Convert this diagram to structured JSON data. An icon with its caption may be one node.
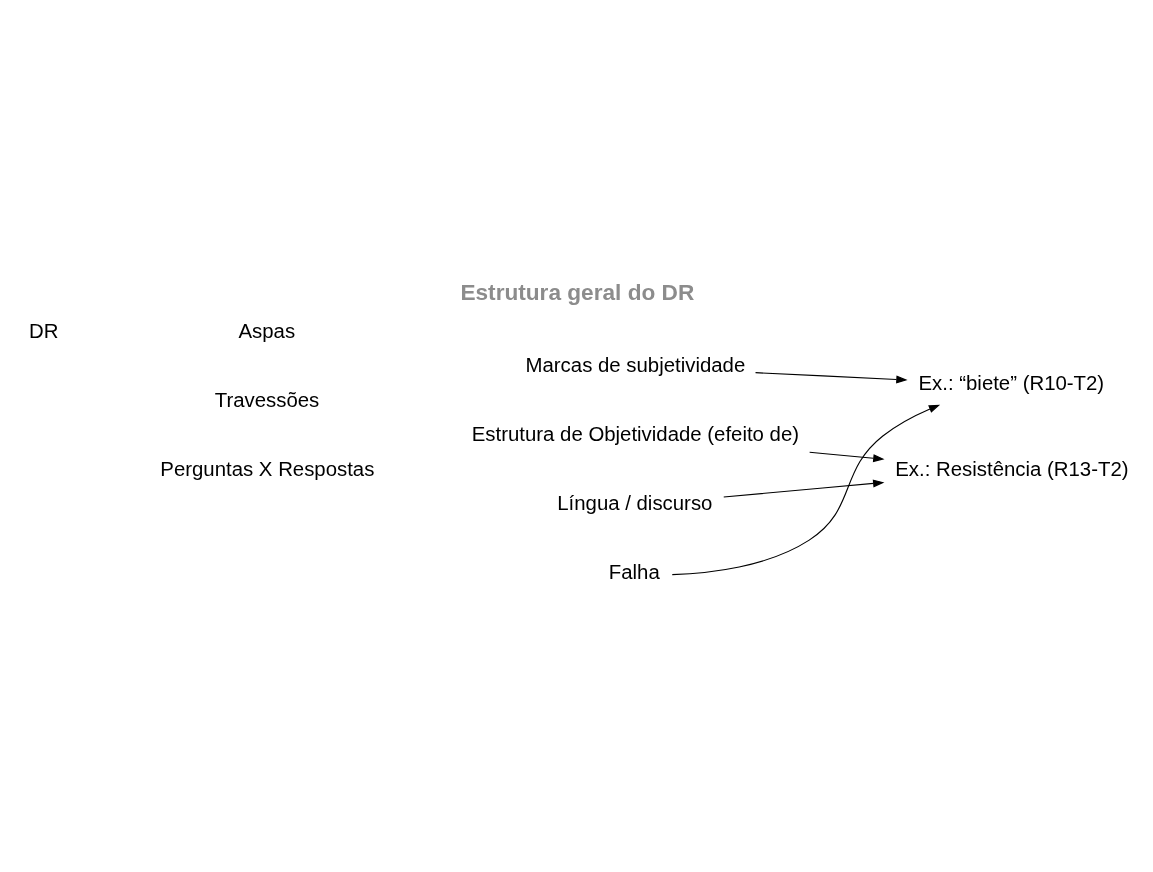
{
  "diagram": {
    "title": "Estrutura geral do DR",
    "nodes": [
      {
        "text": [
          "DR"
        ]
      },
      {
        "text": [
          "Aspas"
        ]
      },
      {
        "text": [
          "Travessões"
        ]
      },
      {
        "text": [
          "Perguntas X Respostas"
        ]
      },
      {
        "text": [
          "Marcas de subjetividade"
        ]
      },
      {
        "text": [
          "Estrutura de Objetividade (efeito de)"
        ]
      },
      {
        "text": [
          "Língua / discurso"
        ]
      },
      {
        "text": [
          "Falha"
        ]
      },
      {
        "text": [
          "Ex.: Resistência (R13-T2)"
        ]
      },
      {
        "text": [
          "Ex.: “biete” (R10-T2)"
        ]
      }
    ],
    "edges": [
      {
        "from": 4,
        "to": 9,
        "arrow": "to"
      },
      {
        "from": 5,
        "to": 8,
        "arrow": "to"
      },
      {
        "from": 6,
        "to": 8,
        "arrow": "to"
      },
      {
        "from": 7,
        "to": 9,
        "arrow": "to"
      }
    ]
  }
}
